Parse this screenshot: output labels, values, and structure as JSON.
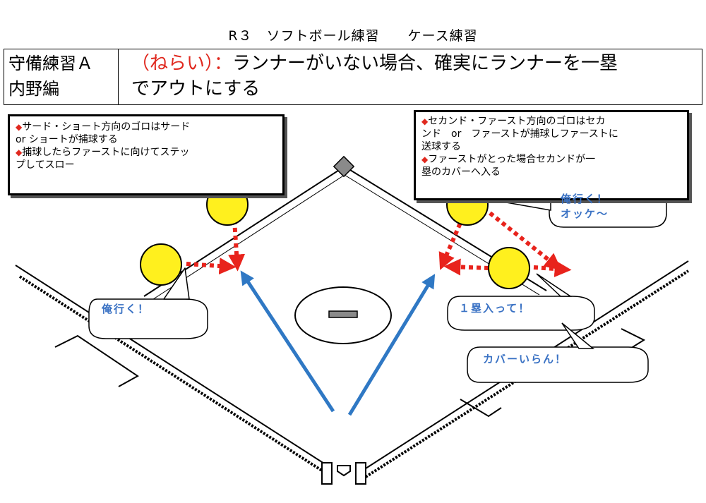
{
  "title": "R３　ソフトボール練習　　ケース練習",
  "header": {
    "section": "守備練習Ａ",
    "subsection": "内野編",
    "aim_label": "（ねらい）：",
    "aim_line1": "ランナーがいない場合、確実にランナーを一塁",
    "aim_line2": "でアウトにする"
  },
  "notes": {
    "left": {
      "line1": "サード・ショート方向のゴロはサード",
      "line2": "or ショートが捕球する",
      "line3": "捕球したらファーストに向けてステッ",
      "line4": "プしてスロー"
    },
    "right": {
      "line1": "セカンド・ファースト方向のゴロはセカ",
      "line2": "ンド　or　ファーストが捕球しファーストに",
      "line3": "送球する",
      "line4": "ファーストがとった場合セカンドが一",
      "line5": "塁のカバーへ入る"
    }
  },
  "bubbles": {
    "third": "俺行く！",
    "second_line1": "俺行く！",
    "second_line2": "オッケ～",
    "first": "１塁入って！",
    "pitcher": "カバーいらん！"
  },
  "colors": {
    "player_fill": "#fff01e",
    "throw_arrow": "#e8231c",
    "ground_ball_arrow": "#2f78c4",
    "bubble_text": "#3a72c4",
    "base": "#8a8a8a"
  },
  "icons": {
    "marker": "red-diamond-icon"
  }
}
